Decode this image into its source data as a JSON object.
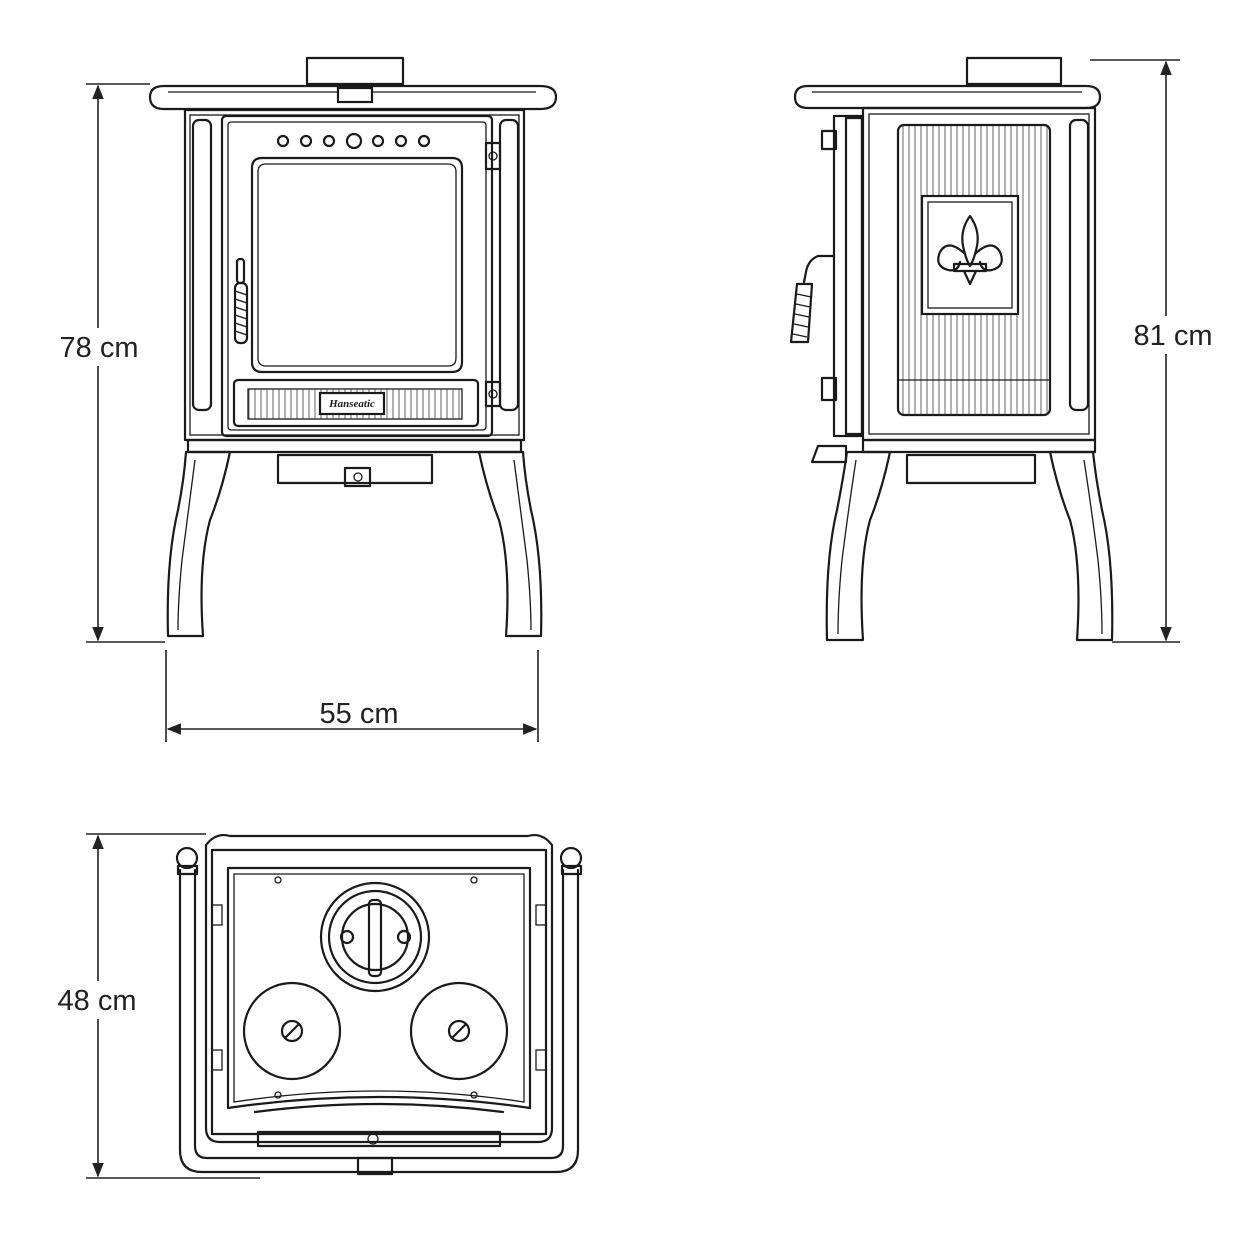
{
  "dimensions": {
    "front_height": "78 cm",
    "front_width": "55 cm",
    "side_height": "81 cm",
    "top_depth": "48 cm"
  },
  "brand_label": "Hanseatic",
  "colors": {
    "line": "#1a1a1a",
    "background": "#ffffff"
  }
}
